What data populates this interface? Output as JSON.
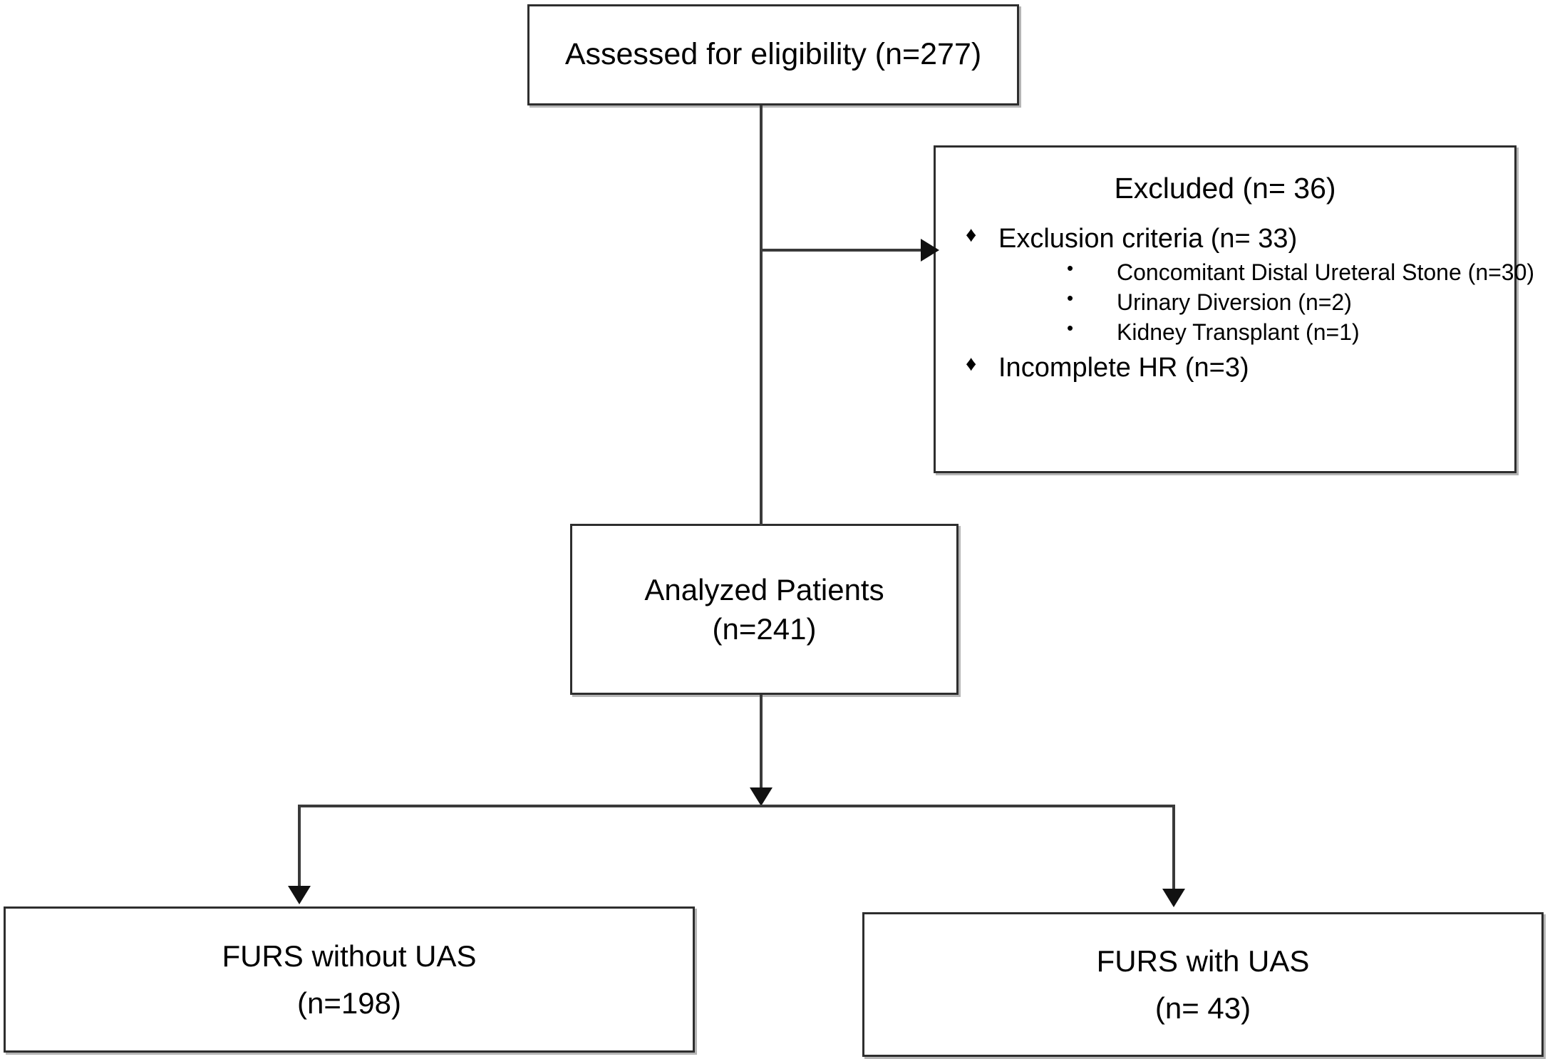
{
  "diagram": {
    "type": "consort-flow-diagram",
    "nodes": {
      "assessed": {
        "line1": "Assessed for eligibility (n=277)"
      },
      "excluded": {
        "title": "Excluded (n= 36)",
        "bullets": [
          {
            "glyph": "♦",
            "label": "Exclusion criteria (n= 33)",
            "children": [
              {
                "glyph": "•",
                "label": "Concomitant Distal Ureteral Stone (n=30)"
              },
              {
                "glyph": "•",
                "label": "Urinary Diversion (n=2)"
              },
              {
                "glyph": "•",
                "label": "Kidney Transplant (n=1)"
              }
            ]
          },
          {
            "glyph": "♦",
            "label": "Incomplete HR (n=3)",
            "children": []
          }
        ]
      },
      "analyzed": {
        "line1": "Analyzed Patients",
        "line2": "(n=241)"
      },
      "furs_without_uas": {
        "line1": "FURS without UAS",
        "line2": "(n=198)"
      },
      "furs_with_uas": {
        "line1": "FURS with UAS",
        "line2": "(n= 43)"
      }
    },
    "counts": {
      "assessed_for_eligibility": 277,
      "excluded_total": 36,
      "exclusion_criteria": 33,
      "concomitant_distal_ureteral_stone": 30,
      "urinary_diversion": 2,
      "kidney_transplant": 1,
      "incomplete_hr": 3,
      "analyzed_patients": 241,
      "furs_without_uas": 198,
      "furs_with_uas": 43
    },
    "colors": {
      "background": "#ffffff",
      "box_border": "#2e2e2e",
      "connector": "#3a3a3a",
      "arrowhead": "#111111",
      "text": "#000000"
    }
  }
}
